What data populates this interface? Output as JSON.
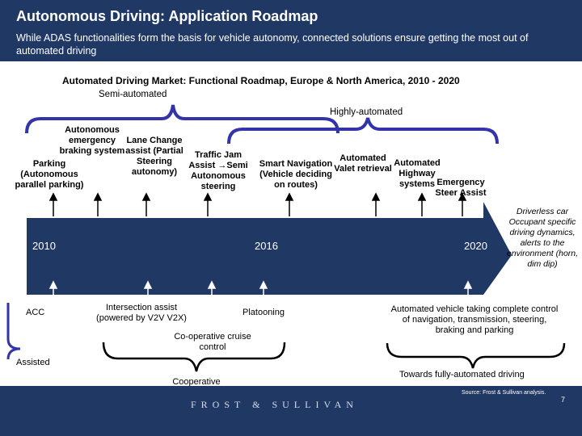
{
  "header": {
    "title": "Autonomous Driving: Application Roadmap",
    "subtitle": "While ADAS functionalities form the basis for vehicle autonomy, connected solutions ensure getting the most out of automated driving"
  },
  "roadmap": {
    "heading": "Automated Driving Market: Functional Roadmap, Europe & North America, 2010 - 2020",
    "phases": {
      "semi_automated": "Semi-automated",
      "highly_automated": "Highly-automated",
      "assisted": "Assisted",
      "cooperative_driving": "Cooperative driving",
      "towards": "Towards fully-automated driving"
    },
    "years": [
      "2010",
      "2016",
      "2020"
    ],
    "functions_above": [
      "Parking (Autonomous parallel parking)",
      "Autonomous emergency braking system",
      "Lane Change assist (Partial Steering autonomy)",
      "Traffic Jam Assist →Semi Autonomous steering",
      "Smart Navigation (Vehicle deciding on routes)",
      "Automated Valet retrieval",
      "Automated Highway systems",
      "Emergency Steer Assist"
    ],
    "functions_below": [
      "ACC",
      "Intersection assist (powered by V2V V2X)",
      "Co-operative cruise control",
      "Platooning",
      "Automated vehicle taking complete control of navigation, transmission, steering, braking and parking"
    ],
    "driverless_note": "Driverless car Occupant specific driving dynamics, alerts to the environment (horn, dim dip)"
  },
  "footer": {
    "source": "Source: Frost & Sullivan analysis.",
    "brand": "FROST & SULLIVAN",
    "page": "7"
  },
  "colors": {
    "header_bg": "#1f3864",
    "arrow": "#1f3864",
    "bracket": "#3333aa"
  }
}
